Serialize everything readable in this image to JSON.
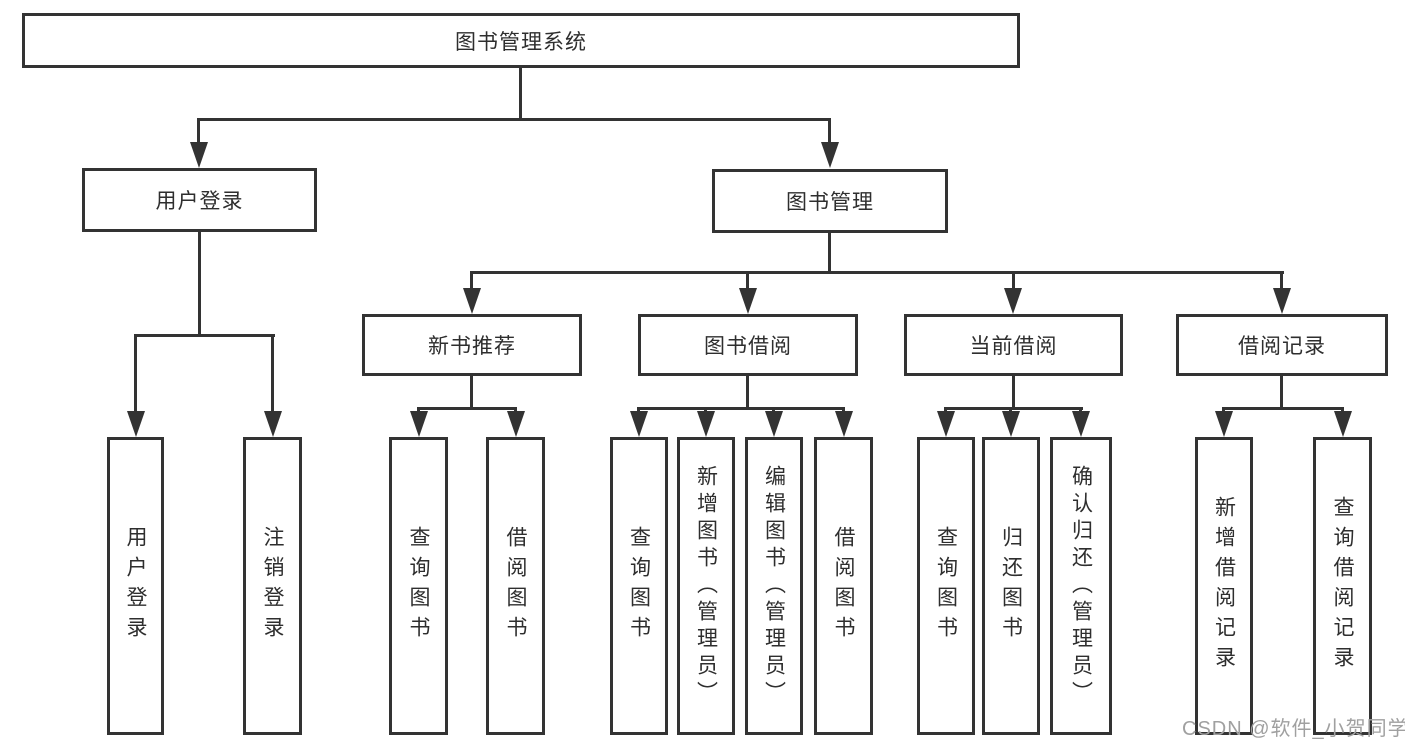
{
  "diagram": {
    "title": "图书管理系统",
    "root": "图书管理系统",
    "level2": [
      "用户登录",
      "图书管理"
    ],
    "level3": [
      "新书推荐",
      "图书借阅",
      "当前借阅",
      "借阅记录"
    ],
    "leaves": {
      "login": [
        "用户登录",
        "注销登录"
      ],
      "recommend": [
        "查询图书",
        "借阅图书"
      ],
      "borrow": [
        "查询图书",
        "新增图书（管理员）",
        "编辑图书（管理员）",
        "借阅图书"
      ],
      "current": [
        "查询图书",
        "归还图书",
        "确认归还（管理员）"
      ],
      "records": [
        "新增借阅记录",
        "查询借阅记录"
      ]
    }
  },
  "watermark": {
    "text": "CSDN @软件_小贺同学",
    "color": "#a0a0a0"
  },
  "colors": {
    "line": "#333333",
    "background": "#ffffff",
    "text": "#2e2e2e"
  }
}
